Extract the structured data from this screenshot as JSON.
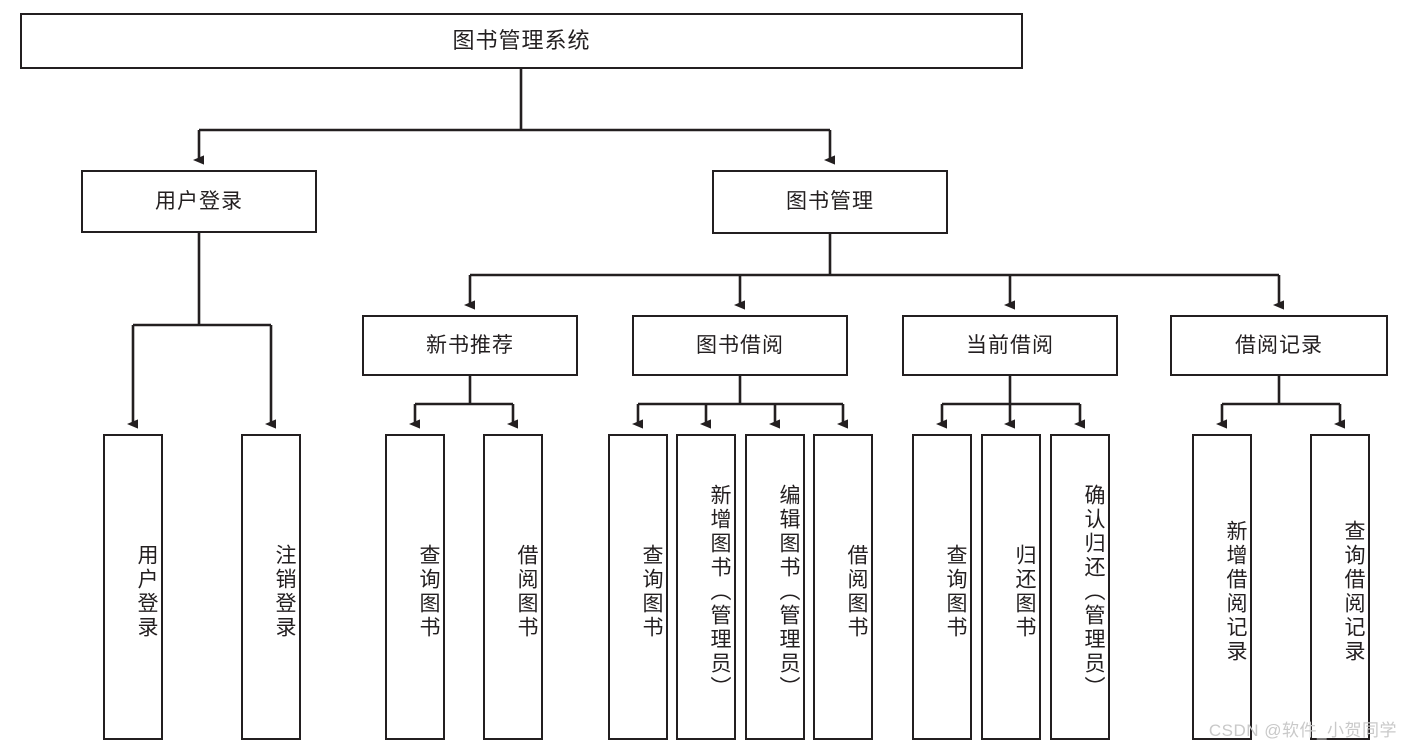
{
  "diagram": {
    "title": "图书管理系统",
    "root": {
      "label": "图书管理系统"
    },
    "level2": [
      {
        "label": "用户登录"
      },
      {
        "label": "图书管理"
      }
    ],
    "level3": [
      {
        "label": "新书推荐"
      },
      {
        "label": "图书借阅"
      },
      {
        "label": "当前借阅"
      },
      {
        "label": "借阅记录"
      }
    ],
    "leaves": [
      {
        "label": "用户登录"
      },
      {
        "label": "注销登录"
      },
      {
        "label": "查询图书"
      },
      {
        "label": "借阅图书"
      },
      {
        "label": "查询图书"
      },
      {
        "label": "新增图书（管理员）"
      },
      {
        "label": "编辑图书（管理员）"
      },
      {
        "label": "借阅图书"
      },
      {
        "label": "查询图书"
      },
      {
        "label": "归还图书"
      },
      {
        "label": "确认归还（管理员）"
      },
      {
        "label": "新增借阅记录"
      },
      {
        "label": "查询借阅记录"
      }
    ]
  },
  "watermark": {
    "text": "CSDN @软件_小贺同学"
  },
  "colors": {
    "stroke": "#231f20",
    "fill": "#ffffff",
    "watermark": "#c9c9c9"
  }
}
